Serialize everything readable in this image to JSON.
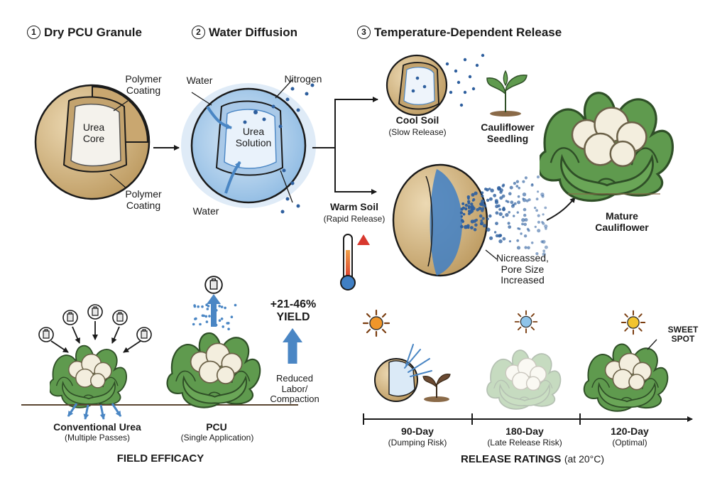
{
  "steps": {
    "s1": {
      "num": "1",
      "title": "Dry PCU Granule"
    },
    "s2": {
      "num": "2",
      "title": "Water Diffusion"
    },
    "s3": {
      "num": "3",
      "title": "Temperature-Dependent Release"
    }
  },
  "granule": {
    "coating_top": "Polymer\nCoating",
    "core": "Urea\nCore",
    "coating_bottom": "Polymer\nCoating"
  },
  "diffusion": {
    "water_top": "Water",
    "nitrogen": "Nitrogen",
    "solution": "Urea\nSolution",
    "water_bottom": "Water"
  },
  "release": {
    "cool_title": "Cool Soil",
    "cool_sub": "(Slow Release)",
    "seedling": "Cauliflower\nSeedling",
    "warm_title": "Warm Soil",
    "warm_sub": "(Rapid Release)",
    "pore_note": "Nicreassed,\nPore Size\nIncreased",
    "mature": "Mature\nCauliflower"
  },
  "field": {
    "conv_title": "Conventional Urea",
    "conv_sub": "(Multiple Passes)",
    "pcu_title": "PCU",
    "pcu_sub": "(Single Application)",
    "yield": "+21-46%\nYIELD",
    "reduced": "Reduced\nLabor/\nCompaction",
    "footer": "FIELD EFFICACY"
  },
  "ratings": {
    "sweet": "SWEET\nSPOT",
    "r90_title": "90-Day",
    "r90_sub": "(Dumping Risk)",
    "r180_title": "180-Day",
    "r180_sub": "(Late Release Risk)",
    "r120_title": "120-Day",
    "r120_sub": "(Optimal)",
    "footer_bold": "RELEASE RATINGS",
    "footer_light": "(at 20°C)"
  },
  "colors": {
    "shell": "#d9bf8f",
    "shell_dark": "#b99a63",
    "water": "#4a86c4",
    "leaf": "#5f9a4e",
    "curd": "#f3eede",
    "sun_hot": "#f0962a",
    "sun_cool": "#8ec4ea",
    "sun_mild": "#f2c42f",
    "thermo_red": "#d8382e"
  },
  "icons": [
    "thermometer-icon",
    "sun-icon",
    "fertilizer-bag-icon"
  ]
}
